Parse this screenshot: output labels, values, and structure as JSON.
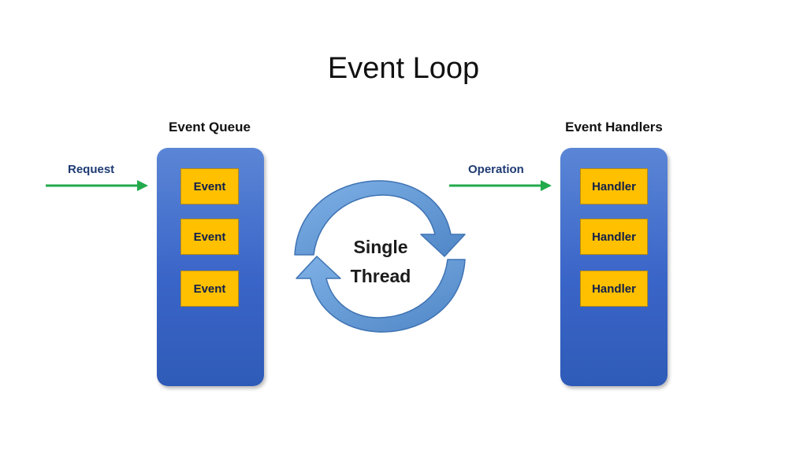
{
  "title": "Event Loop",
  "queue": {
    "heading": "Event Queue",
    "items": [
      "Event",
      "Event",
      "Event"
    ]
  },
  "handlers": {
    "heading": "Event Handlers",
    "items": [
      "Handler",
      "Handler",
      "Handler"
    ]
  },
  "request_label": "Request",
  "operation_label": "Operation",
  "loop_label": [
    "Single",
    "Thread"
  ],
  "colors": {
    "column": "#3f6bc9",
    "item": "#ffc000",
    "arrow": "#22aa4c",
    "cycle": "#5b9bd5"
  }
}
